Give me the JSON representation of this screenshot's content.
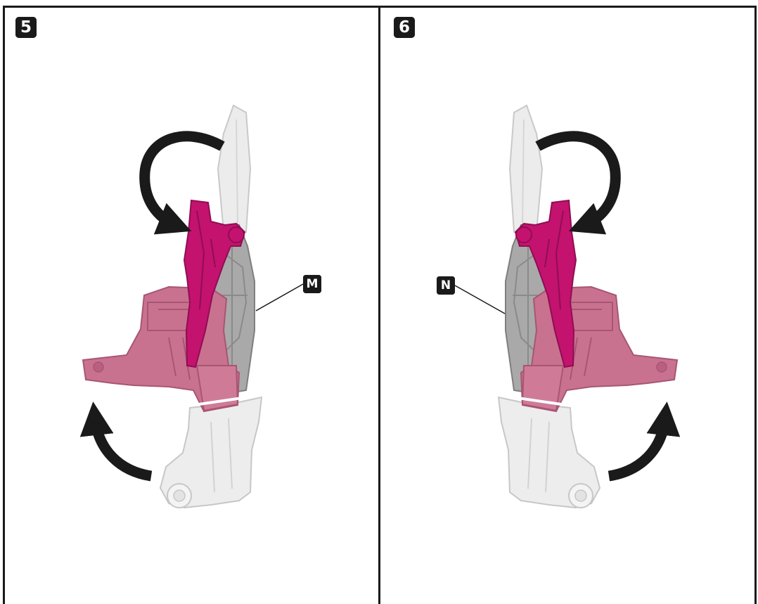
{
  "steps": [
    {
      "number": "5",
      "callout": "M"
    },
    {
      "number": "6",
      "callout": "N"
    }
  ],
  "colors": {
    "part_magenta": "#c4126f",
    "part_pink": "#c9728f",
    "part_gray": "#a9a9a9",
    "part_light": "#ececec",
    "arrow": "#1a1a1a"
  },
  "icons": [
    "rotate-arrow-icon",
    "rotate-arrow-icon",
    "rotate-arrow-icon",
    "rotate-arrow-icon"
  ]
}
